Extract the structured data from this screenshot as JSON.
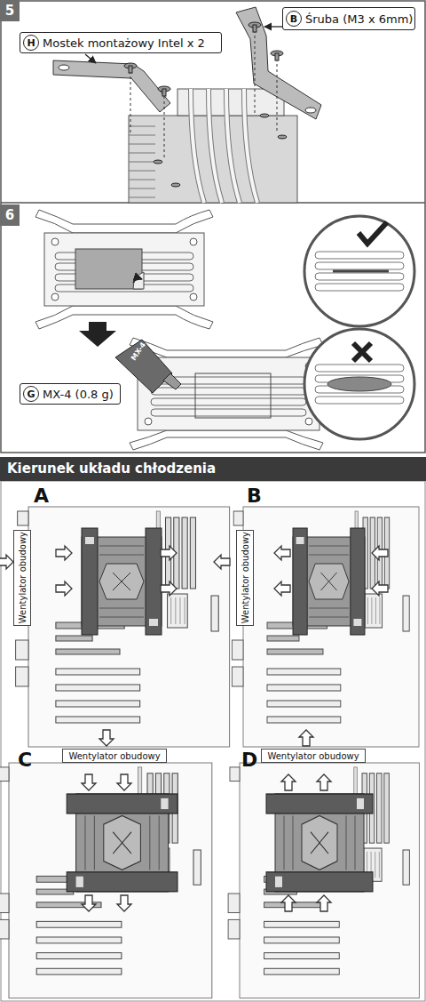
{
  "diagram": {
    "title": "Kierunek układu chłodzenia",
    "nodes": [
      {
        "text": [
          "5"
        ]
      },
      {
        "text": [
          "Mostek montażowy Intel x 2"
        ]
      },
      {
        "text": [
          "H"
        ],
        "in": 1
      },
      {
        "text": [
          "Śruba (M3 x 6mm)"
        ]
      },
      {
        "text": [
          "B"
        ],
        "in": 3
      },
      {
        "text": [
          "6"
        ]
      },
      {
        "text": [
          "MX-4 (0.8 g)"
        ]
      },
      {
        "text": [
          "G"
        ],
        "in": 6
      },
      {
        "text": [
          "Wentylator obudowy"
        ]
      },
      {
        "text": [
          "Wentylator obudowy"
        ]
      },
      {
        "text": [
          "Wentylator obudowy"
        ]
      },
      {
        "text": [
          "Wentylator obudowy"
        ]
      }
    ],
    "labels": [
      "MX-4",
      "A",
      "B",
      "C",
      "D"
    ]
  }
}
